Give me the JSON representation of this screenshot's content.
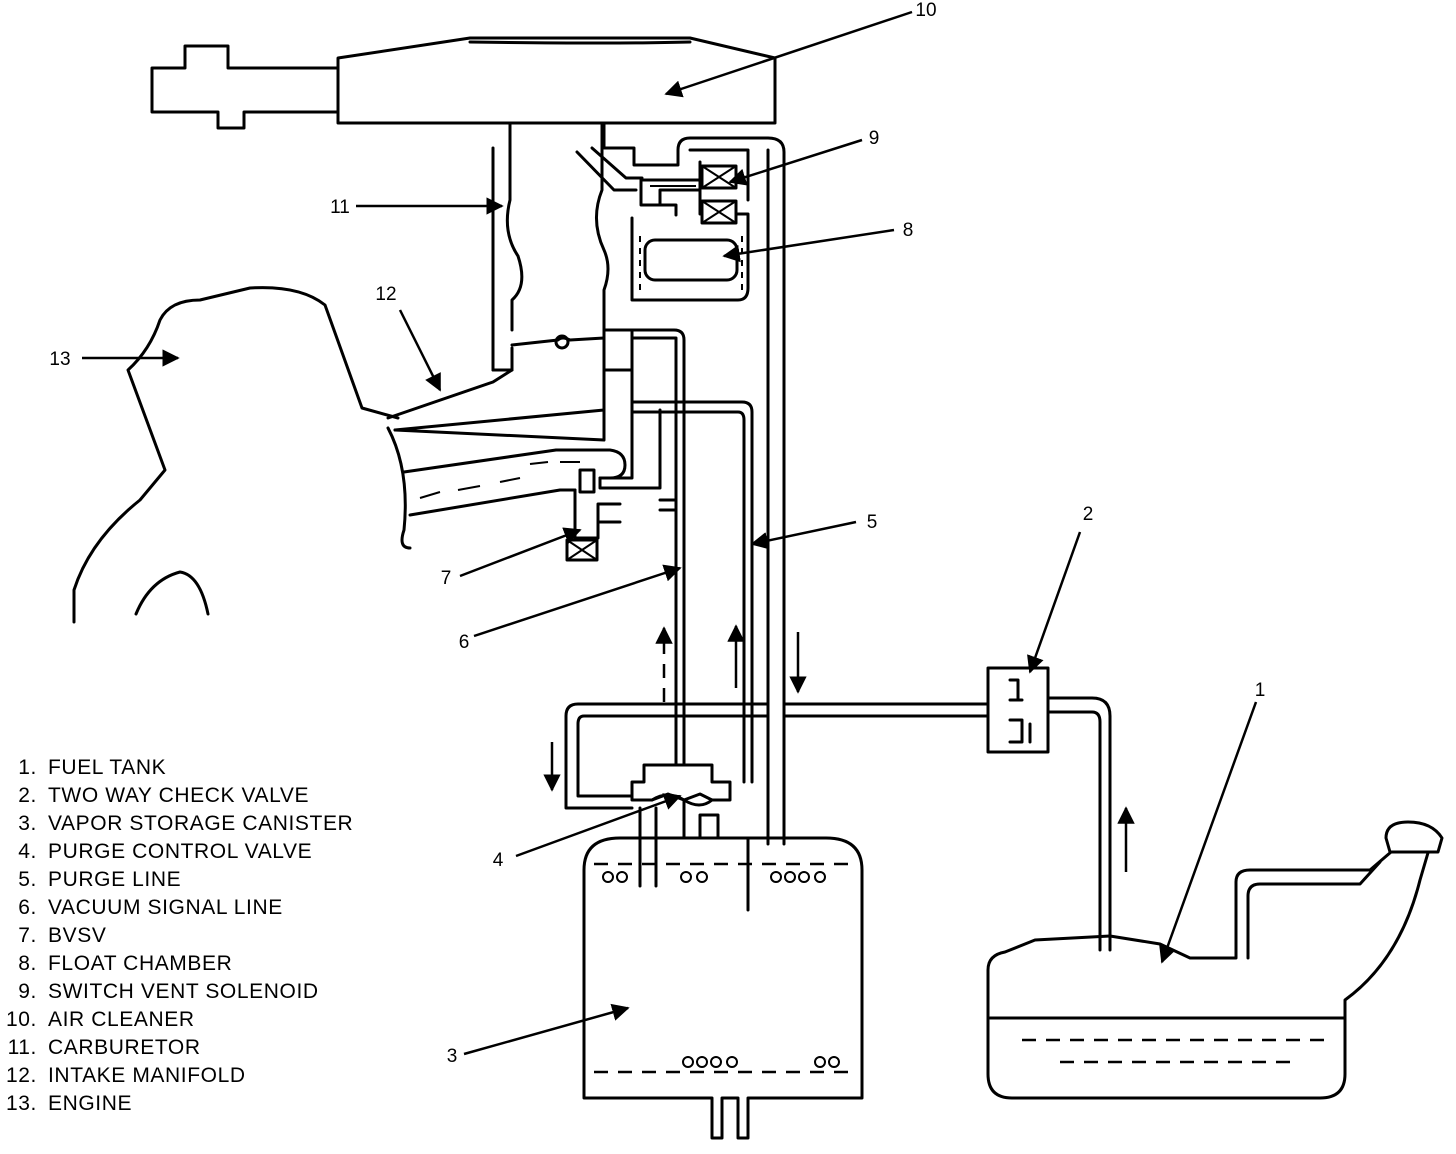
{
  "callouts": [
    "1",
    "2",
    "3",
    "4",
    "5",
    "6",
    "7",
    "8",
    "9",
    "10",
    "11",
    "12",
    "13"
  ],
  "legend": [
    {
      "num": "1.",
      "text": "FUEL TANK"
    },
    {
      "num": "2.",
      "text": "TWO WAY CHECK VALVE"
    },
    {
      "num": "3.",
      "text": "VAPOR STORAGE CANISTER"
    },
    {
      "num": "4.",
      "text": "PURGE CONTROL VALVE"
    },
    {
      "num": "5.",
      "text": "PURGE LINE"
    },
    {
      "num": "6.",
      "text": "VACUUM SIGNAL LINE"
    },
    {
      "num": "7.",
      "text": "BVSV"
    },
    {
      "num": "8.",
      "text": "FLOAT CHAMBER"
    },
    {
      "num": "9.",
      "text": "SWITCH VENT SOLENOID"
    },
    {
      "num": "10.",
      "text": "AIR CLEANER"
    },
    {
      "num": "11.",
      "text": "CARBURETOR"
    },
    {
      "num": "12.",
      "text": "INTAKE MANIFOLD"
    },
    {
      "num": "13.",
      "text": "ENGINE"
    }
  ]
}
